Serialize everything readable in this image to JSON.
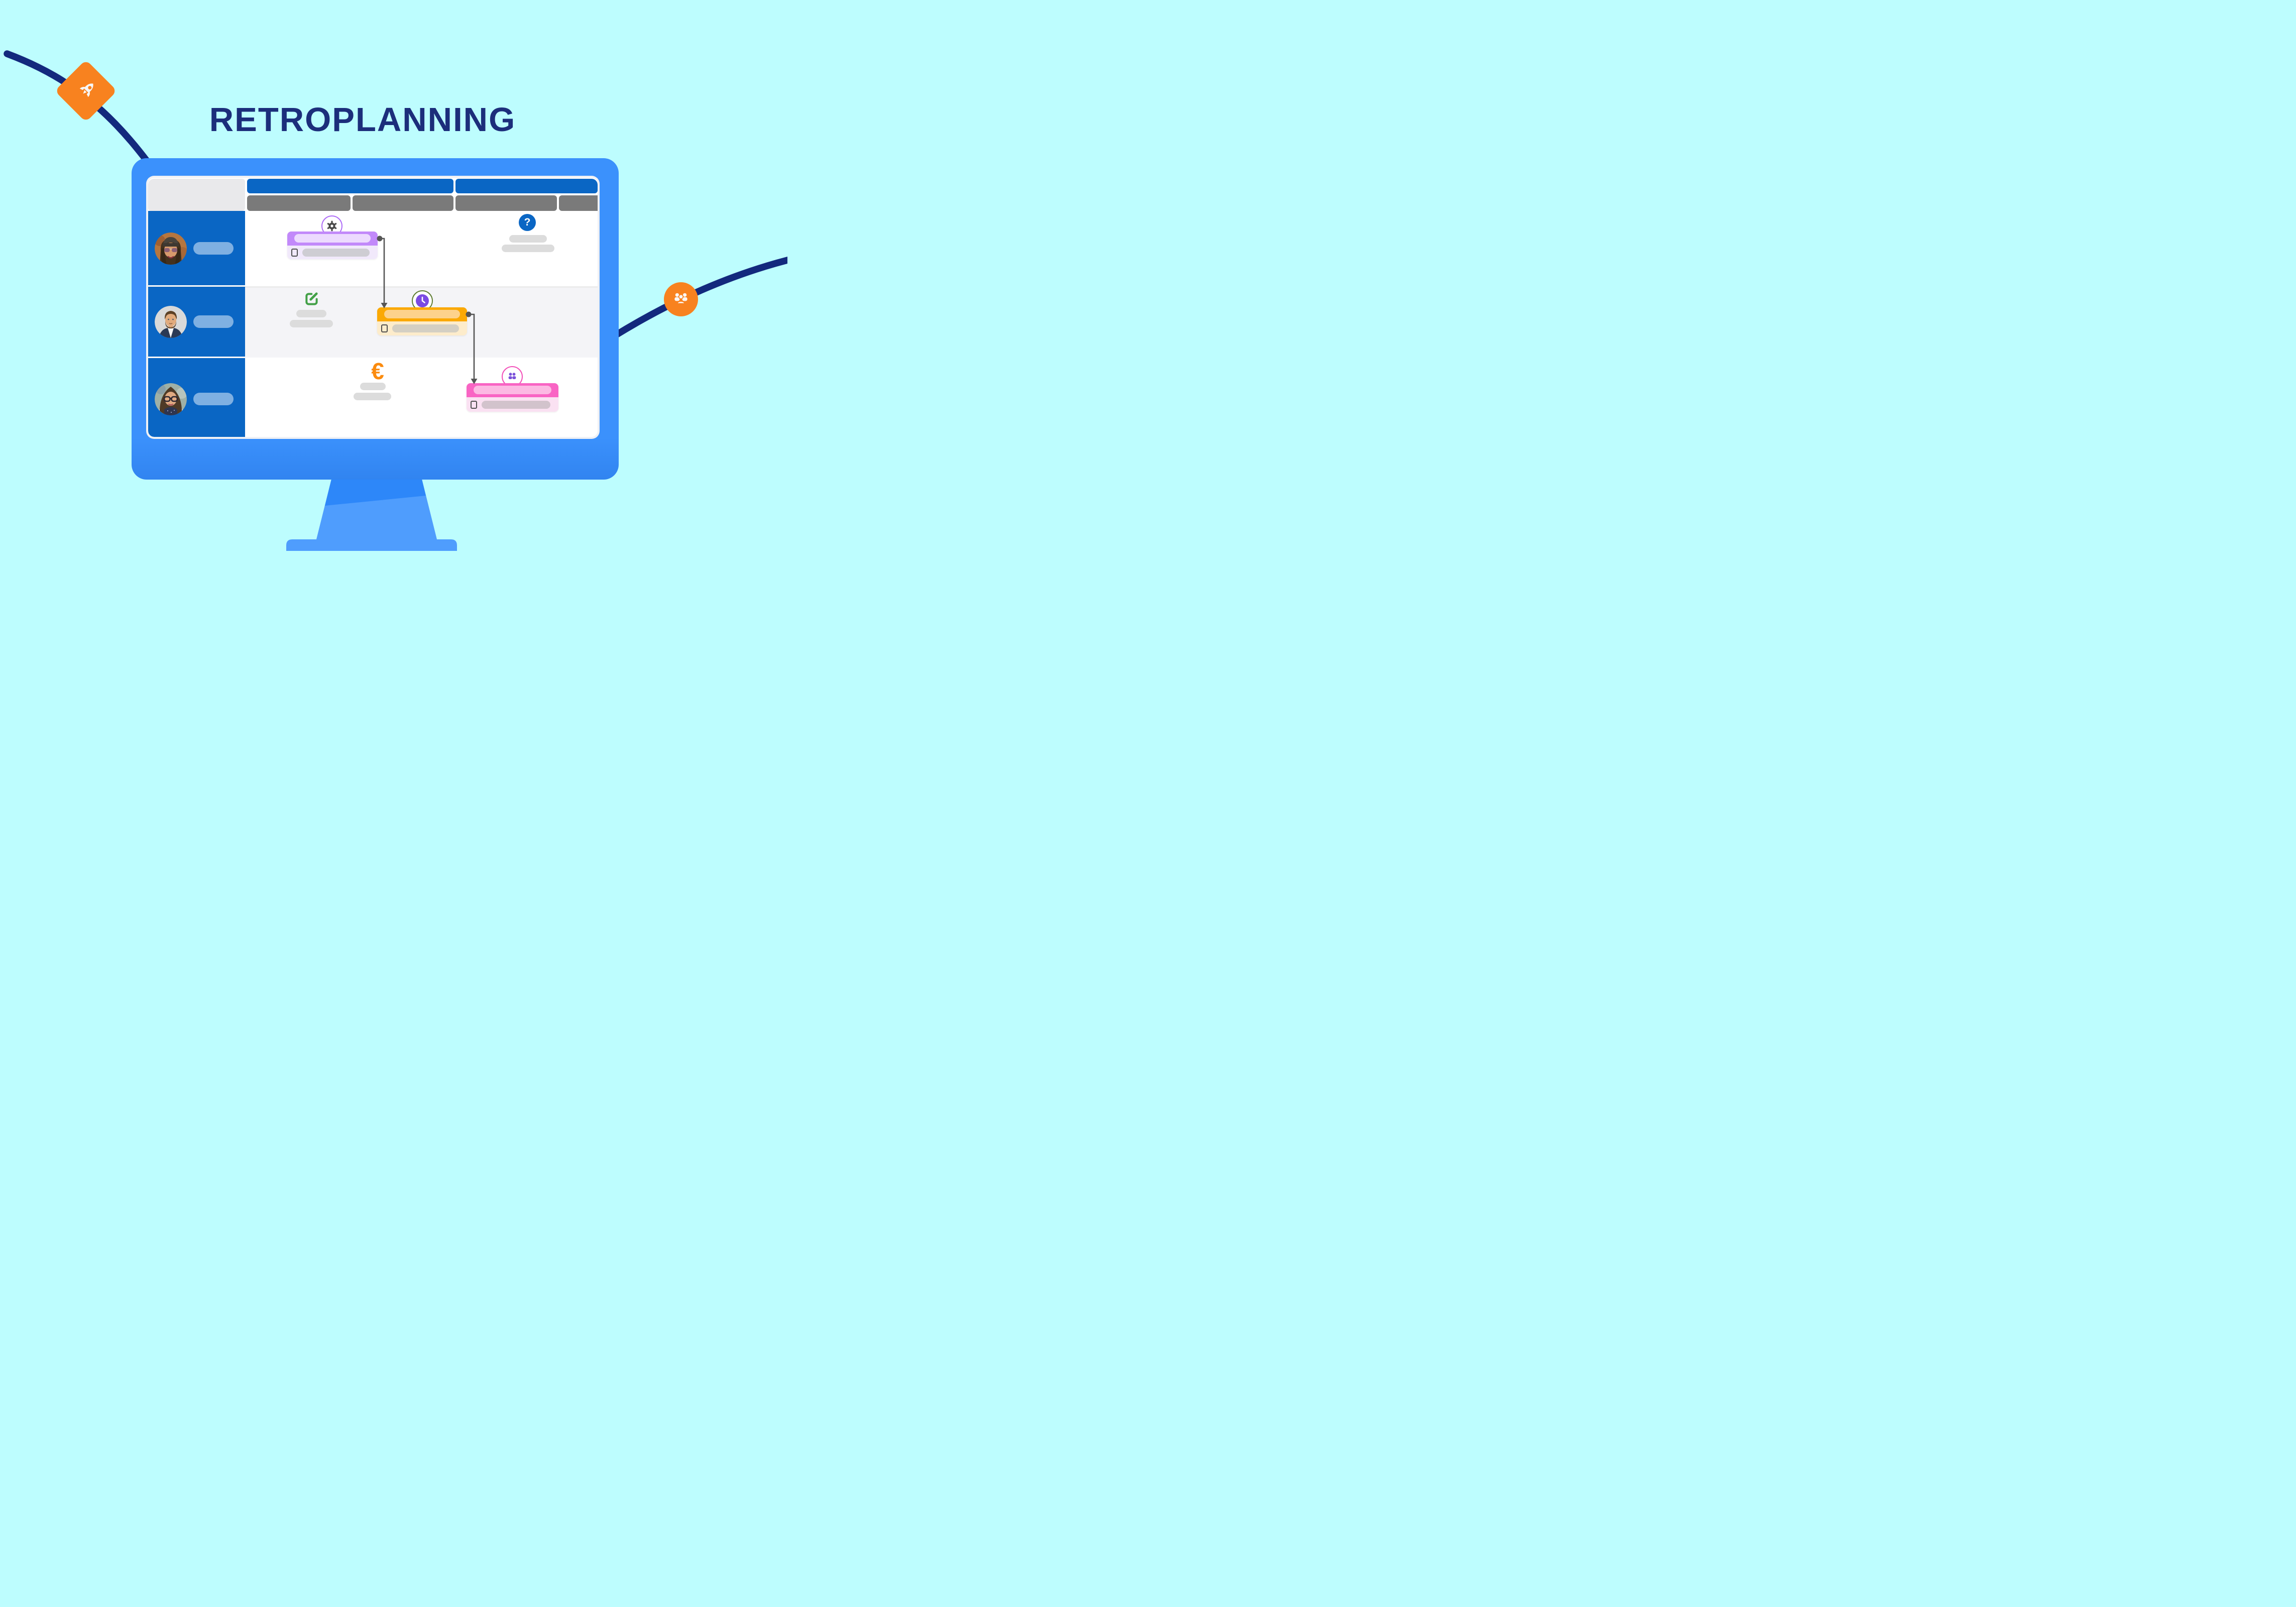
{
  "title": "RETROPLANNING",
  "glyphs": {
    "euro": "€",
    "question": "?"
  },
  "theme": {
    "bg": "#bdfdfe",
    "navy": "#13297d",
    "title-color": "#1c2e7b",
    "orange": "#f8821f",
    "monitor-blue": "#3b91fc",
    "monitor-blue-dark": "#3184f0",
    "stand-blue": "#4f9dfd",
    "stand-dark": "#2d87f9",
    "screen-border": "#eff1f5",
    "header-blue": "#0a66c4",
    "header-gray": "#7a7a7a",
    "corner-gray": "#e9e9eb",
    "row-alt": "#f4f4f7",
    "avatar-blue": "#0a66c4",
    "avatar-pill": "#7fb0e2",
    "placeholder": "#dcdcdc",
    "connector": "#555555",
    "purple-top": "#c289fa",
    "purple-pill": "#ecdafe",
    "purple-body": "#f1e9fb",
    "purple-body-pill": "#cecdd3",
    "orange-top": "#fba905",
    "orange-pill": "#fdd28c",
    "orange-body": "#fdeccb",
    "orange-body-pill": "#d4cfc3",
    "pink-top": "#f964c4",
    "pink-pill": "#fcb9e3",
    "pink-body": "#fae1f2",
    "pink-body-pill": "#d2c3cc",
    "gear-ring": "#ad6bf7",
    "clock-ring": "#5d7b30",
    "people-ring": "#f24eb8",
    "icon-dark": "#4a4a4a",
    "green": "#43a047",
    "euro-orange": "#fb8b0e",
    "clock-purple": "#7b4ae2",
    "people-purple": "#7b52d9",
    "checkbox": "#4f4f4f"
  },
  "decorations": {
    "rocket_badge_icon": "rocket-icon",
    "team_badge_icon": "team-icon",
    "timeline_curves": 2
  },
  "planner": {
    "header": {
      "month_bars": 2,
      "week_bars": 4
    },
    "rows": [
      {
        "name": "row-1",
        "items": [
          {
            "type": "task-card",
            "color": "purple",
            "badge": "gear-icon"
          },
          {
            "type": "placeholder-note",
            "badge": "question-icon"
          }
        ]
      },
      {
        "name": "row-2",
        "items": [
          {
            "type": "placeholder-note",
            "badge": "edit-icon"
          },
          {
            "type": "task-card",
            "color": "orange",
            "badge": "clock-icon"
          }
        ]
      },
      {
        "name": "row-3",
        "items": [
          {
            "type": "placeholder-note",
            "badge": "euro-icon"
          },
          {
            "type": "task-card",
            "color": "pink",
            "badge": "people-icon"
          }
        ]
      }
    ],
    "dependencies": [
      "purple-card -> orange-card",
      "orange-card -> pink-card"
    ]
  }
}
